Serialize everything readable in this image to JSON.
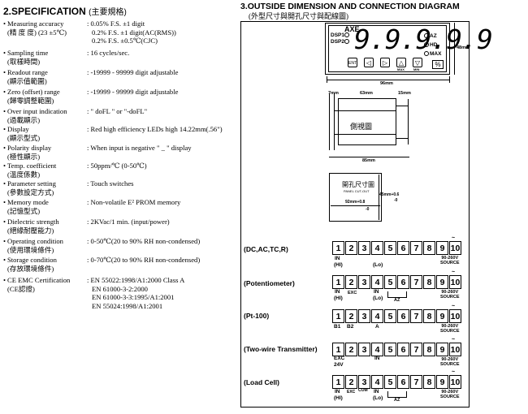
{
  "spec": {
    "title": "2.SPECIFICATION",
    "title_cn": "(主要規格)",
    "items": [
      {
        "label": "Measuring accuracy",
        "label_cn": "(精 度 度) (23 ±5℃)",
        "values": [
          ": 0.05% F.S.  ±1 digit",
          "0.2% F.S.  ±1 digit(AC(RMS))",
          "0.2% F.S.  ±0.5℃(CJC)"
        ]
      },
      {
        "label": "Sampling time",
        "label_cn": "(取樣時間)",
        "values": [
          ": 16 cycles/sec."
        ]
      },
      {
        "label": "Readout range",
        "label_cn": "(顯示值範圍)",
        "values": [
          ": -19999 - 99999 digit adjustable"
        ]
      },
      {
        "label": "Zero (offset) range",
        "label_cn": "(歸零調整範圍)",
        "values": [
          ": -19999 - 99999 digit adjustable"
        ]
      },
      {
        "label": "Over input indication",
        "label_cn": "(過載顯示)",
        "values": [
          ": \" doFL \" or \"-doFL\""
        ]
      },
      {
        "label": "Display",
        "label_cn": "(顯示型式)",
        "values": [
          ": Red high efficiency LEDs high 14.22mm(.56\")"
        ]
      },
      {
        "label": "Polarity display",
        "label_cn": "(極性顯示)",
        "values": [
          ": When input is negative  \" _ \" display"
        ]
      },
      {
        "label": "Temp. coefficient",
        "label_cn": "(溫度係數)",
        "values": [
          ": 50ppm/℃ (0-50℃)"
        ]
      },
      {
        "label": "Parameter setting",
        "label_cn": "(參數設定方式)",
        "values": [
          ": Touch switches"
        ]
      },
      {
        "label": "Memory mode",
        "label_cn": "(記憶型式)",
        "values": [
          ": Non-volatile E² PROM memory"
        ]
      },
      {
        "label": "Dielectric strength",
        "label_cn": "(絕緣耐壓能力)",
        "values": [
          ": 2KVac/1 min. (input/power)"
        ]
      },
      {
        "label": "Operating condition",
        "label_cn": "(使用環境條件)",
        "values": [
          ": 0-50℃(20 to 90% RH non-condensed)"
        ]
      },
      {
        "label": "Storage condition",
        "label_cn": "(存放環境條件)",
        "values": [
          ": 0-70℃(20 to 90% RH non-condensed)"
        ]
      },
      {
        "label": "CE EMC Certification",
        "label_cn": "(CE認證)",
        "values": [
          ": EN 55022:1998/A1:2000 Class A",
          "EN 61000-3-2:2000",
          "EN 61000-3-3:1995/A1:2001",
          "EN 55024:1998/A1:2001"
        ]
      }
    ]
  },
  "diagram": {
    "title": "3.OUTSIDE DIMENSION AND CONNECTION DIAGRAM",
    "subtitle": "(外型尺寸與開孔尺寸與配線圖)",
    "meter": {
      "brand": "AXE",
      "dsp1": "DSP1",
      "dsp2": "DSP2",
      "digits": "9.9.9.9.9",
      "indicators": [
        "AZ",
        "HD",
        "MAX"
      ],
      "keys": [
        "ENT",
        "◁",
        "▷",
        "△",
        "▽"
      ],
      "key_labels": [
        "",
        "",
        "",
        "MAX",
        "MIN"
      ],
      "pct": "%"
    },
    "dims": {
      "front_height": "48mm",
      "front_width": "96mm",
      "side_front": "7mm",
      "side_depth": "63mm",
      "side_rear": "15mm",
      "side_overall": "85mm",
      "side_label": "側視圖",
      "cutout_title": "開孔尺寸圖",
      "cutout_sub": "PANEL CUT-OUT",
      "cutout_w": "92mm+0.8",
      "cutout_w_tol": "-0",
      "cutout_h": "45mm+0.6",
      "cutout_h_tol": "-0"
    },
    "wiring": [
      {
        "label": "(DC,AC,TC,R)",
        "terms": [
          "1",
          "2",
          "3",
          "4",
          "5",
          "6",
          "7",
          "8",
          "9",
          "10"
        ],
        "src": [
          "~",
          "90-260V",
          "SOURCE"
        ]
      },
      {
        "label": "(Potentiometer)",
        "terms": [
          "1",
          "2",
          "3",
          "4",
          "5",
          "6",
          "7",
          "8",
          "9",
          "10"
        ],
        "src": [
          "~",
          "90-260V",
          "SOURCE"
        ]
      },
      {
        "label": "(Pt-100)",
        "terms": [
          "1",
          "2",
          "3",
          "4",
          "5",
          "6",
          "7",
          "8",
          "9",
          "10"
        ],
        "src": [
          "~",
          "90-260V",
          "SOURCE"
        ]
      },
      {
        "label": "(Two-wire Transmitter)",
        "terms": [
          "1",
          "2",
          "3",
          "4",
          "5",
          "6",
          "7",
          "8",
          "9",
          "10"
        ],
        "src": [
          "~",
          "90-260V",
          "SOURCE"
        ]
      },
      {
        "label": "(Load Cell)",
        "terms": [
          "1",
          "2",
          "3",
          "4",
          "5",
          "6",
          "7",
          "8",
          "9",
          "10"
        ],
        "src": [
          "~",
          "90-260V",
          "SOURCE"
        ]
      }
    ],
    "terminal_labels": {
      "in": "IN",
      "hi": "(HI)",
      "lo": "(Lo)",
      "exc": "EXC",
      "az": "AZ",
      "b1": "B1",
      "b2": "B2",
      "a": "A",
      "v24": "24V",
      "com": "COM"
    }
  }
}
